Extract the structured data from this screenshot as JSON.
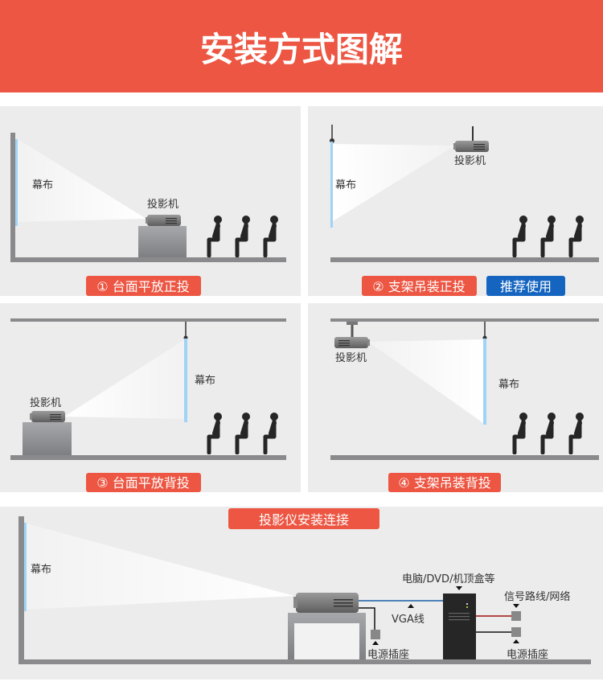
{
  "title": "安装方式图解",
  "colors": {
    "header": "#ec5643",
    "badge": "#ec5643",
    "recommend": "#1565c0",
    "panel": "#ececec",
    "screen": "#9fd3f7",
    "vga": "#1a5fa8",
    "signal": "#a01010"
  },
  "panels": [
    {
      "screen_label": "幕布",
      "projector_label": "投影机",
      "caption": "① 台面平放正投"
    },
    {
      "screen_label": "幕布",
      "projector_label": "投影机",
      "caption": "② 支架吊装正投",
      "recommend": "推荐使用"
    },
    {
      "screen_label": "幕布",
      "projector_label": "投影机",
      "caption": "③ 台面平放背投"
    },
    {
      "screen_label": "幕布",
      "projector_label": "投影机",
      "caption": "④ 支架吊装背投"
    }
  ],
  "connection": {
    "caption": "投影仪安装连接",
    "screen_label": "幕布",
    "computer_label": "电脑/DVD/机顶盒等",
    "vga_label": "VGA线",
    "signal_label": "信号路线/网络",
    "outlet_label_left": "电源插座",
    "outlet_label_right": "电源插座"
  }
}
